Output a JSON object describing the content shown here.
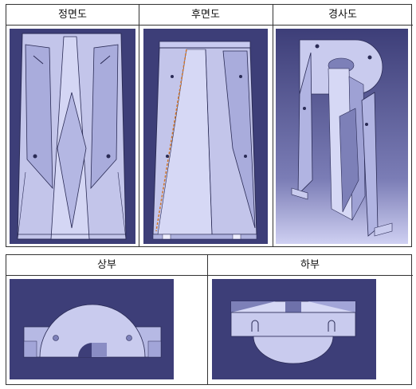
{
  "top_table": {
    "headers": [
      "정면도",
      "후면도",
      "경사도"
    ]
  },
  "bottom_table": {
    "headers": [
      "상부",
      "하부"
    ]
  },
  "colors": {
    "background_navy": "#3d3e78",
    "part_light": "#c9cbee",
    "part_mid": "#a8abdc",
    "part_dark": "#7d80b8",
    "edge": "#2a2b55",
    "gradient_sky": "#cfd0f2"
  }
}
